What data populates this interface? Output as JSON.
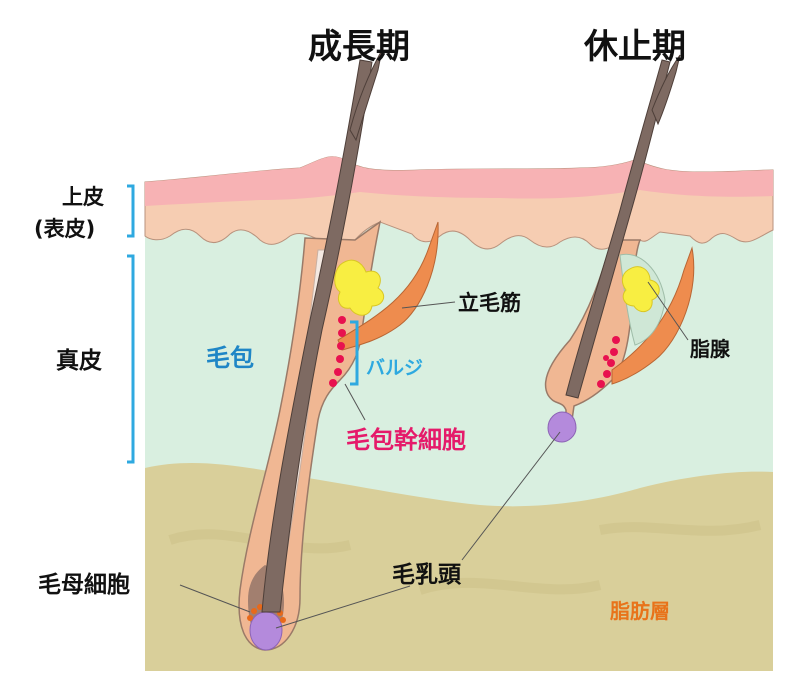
{
  "headings": {
    "anagen": "成長期",
    "telogen": "休止期"
  },
  "layers": {
    "epidermis_line1": "上皮",
    "epidermis_line2": "(表皮)",
    "dermis": "真皮",
    "fat": "脂肪層"
  },
  "structures": {
    "follicle": "毛包",
    "bulge": "バルジ",
    "stem_cells": "毛包幹細胞",
    "arrector_pili": "立毛筋",
    "sebaceous_gland": "脂腺",
    "matrix_cells": "毛母細胞",
    "dermal_papilla": "毛乳頭"
  },
  "colors": {
    "epidermis_top": "#f7b2b4",
    "epidermis": "#f6cdb2",
    "dermis": "#d9efe0",
    "fat": "#d9cf9a",
    "follicle": "#f0b793",
    "hair": "#7e6a62",
    "stem_cell": "#e8114f",
    "matrix": "#e8691a",
    "papilla": "#b48adc",
    "gland": "#f8ee42",
    "muscle": "#ee8c4e",
    "bracket": "#2ea9e0",
    "label_blue": "#1f86c6",
    "label_pink": "#e51a6a",
    "label_orange": "#e8731a"
  }
}
